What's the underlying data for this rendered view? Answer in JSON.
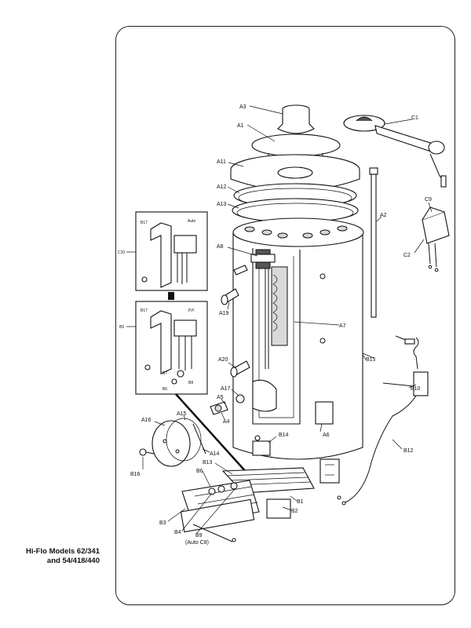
{
  "caption": {
    "line1": "Hi-Flo Models 62/341",
    "line2": "and 54/418/440"
  },
  "inset_auto": {
    "title": "Auto",
    "part": "B17",
    "ref": "C10"
  },
  "inset_pp": {
    "title": "P.P.",
    "part": "B17",
    "ref": "B5",
    "sub_b7": "B7",
    "sub_b6": "B6",
    "sub_b8": "B8"
  },
  "labels": {
    "A3": "A3",
    "A1": "A1",
    "C1": "C1",
    "A11": "A11",
    "A12": "A12",
    "A13": "A13",
    "A2": "A2",
    "C9": "C9",
    "C2": "C2",
    "A8": "A8",
    "A19": "A19",
    "A7": "A7",
    "A20": "A20",
    "B15": "B15",
    "A17": "A17",
    "A5": "A5",
    "A4": "A4",
    "B10": "B10",
    "A16": "A16",
    "A15": "A15",
    "B14": "B14",
    "A6": "A6",
    "A14": "A14",
    "B12": "B12",
    "B16": "B16",
    "B13": "B13",
    "B6": "B6",
    "B1": "B1",
    "B2": "B2",
    "B3": "B3",
    "B4": "B4",
    "B9": "B9",
    "B9_note": "(Auto C8)"
  }
}
